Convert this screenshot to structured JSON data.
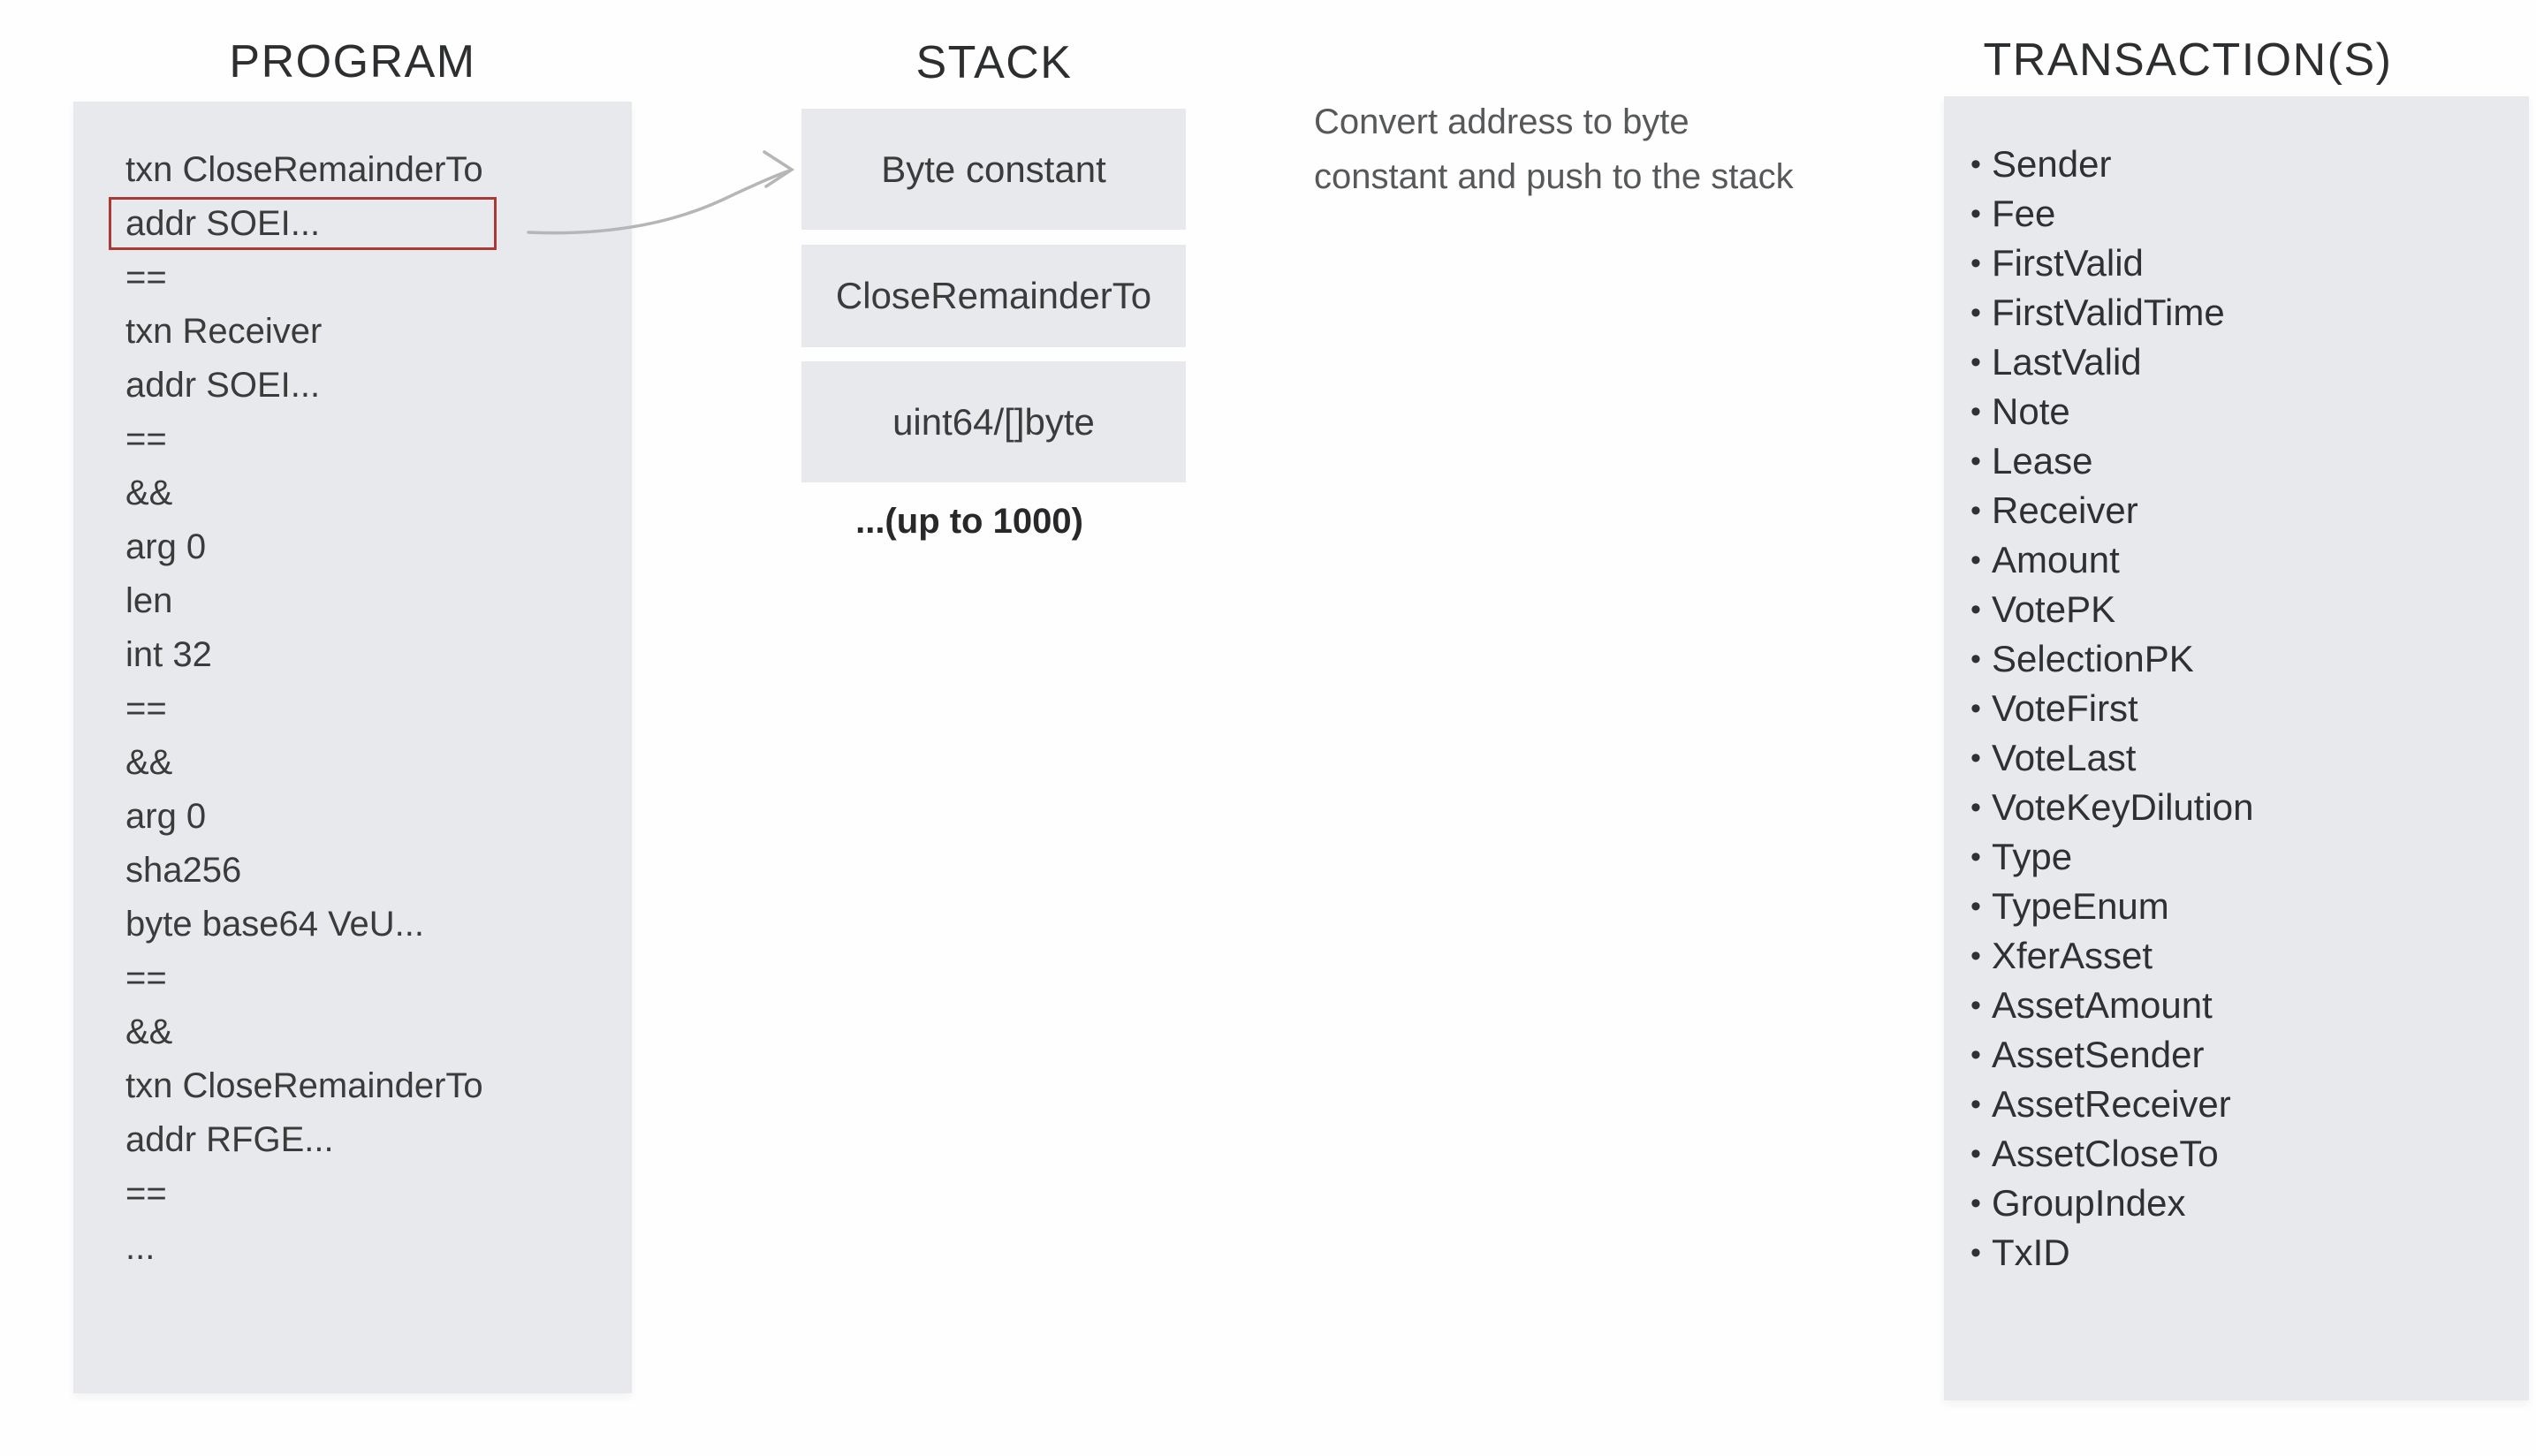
{
  "program": {
    "title": "PROGRAM",
    "lines": [
      "txn CloseRemainderTo",
      "addr SOEI...",
      "==",
      "txn Receiver",
      "addr SOEI...",
      "==",
      "&&",
      "arg 0",
      "len",
      "int 32",
      "==",
      "&&",
      "arg 0",
      "sha256",
      "byte base64 VeU...",
      "==",
      "&&",
      "txn CloseRemainderTo",
      "addr RFGE...",
      "==",
      "..."
    ],
    "highlighted_line_index": 1
  },
  "stack": {
    "title": "STACK",
    "boxes": [
      "Byte constant",
      "CloseRemainderTo",
      "uint64/[]byte"
    ],
    "capacity_note": "...(up to 1000)"
  },
  "annotation": {
    "line1": "Convert address to byte",
    "line2": "constant and push to the stack"
  },
  "transactions": {
    "title": "TRANSACTION(S)",
    "bullet": "•",
    "fields": [
      "Sender",
      "Fee",
      "FirstValid",
      "FirstValidTime",
      "LastValid",
      "Note",
      "Lease",
      "Receiver",
      "Amount",
      "VotePK",
      "SelectionPK",
      "VoteFirst",
      "VoteLast",
      "VoteKeyDilution",
      "Type",
      "TypeEnum",
      "XferAsset",
      "AssetAmount",
      "AssetSender",
      "AssetReceiver",
      "AssetCloseTo",
      "GroupIndex",
      "TxID"
    ]
  },
  "colors": {
    "panel_bg": "#e8e9ec",
    "highlight_border": "#ab3a36",
    "arrow": "#b5b6b8",
    "text": "#3b3b3c",
    "title": "#2c2e30",
    "annotation_text": "#57585a"
  }
}
